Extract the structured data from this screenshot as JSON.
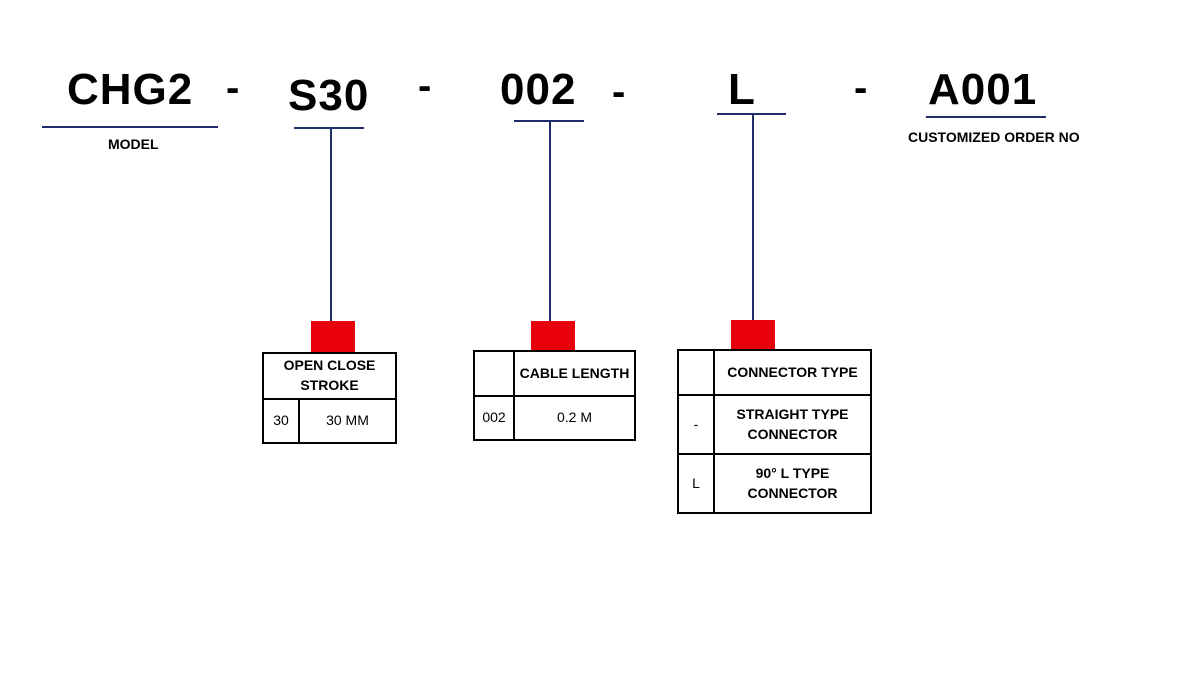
{
  "segments": {
    "model": {
      "code": "CHG2",
      "caption": "MODEL"
    },
    "stroke": {
      "code": "S30"
    },
    "cable": {
      "code": "002"
    },
    "connector": {
      "code": "L"
    },
    "order": {
      "code": "A001",
      "caption": "CUSTOMIZED ORDER NO"
    }
  },
  "separators": [
    "-",
    "-",
    "-",
    "-"
  ],
  "stroke_table": {
    "header": "OPEN CLOSE STROKE",
    "rows": [
      {
        "code": "30",
        "desc": "30 MM"
      }
    ]
  },
  "cable_table": {
    "header": "CABLE LENGTH",
    "rows": [
      {
        "code": "002",
        "desc": "0.2 M"
      }
    ]
  },
  "connector_table": {
    "header": "CONNECTOR TYPE",
    "rows": [
      {
        "code": "-",
        "desc": "STRAIGHT TYPE CONNECTOR"
      },
      {
        "code": "L",
        "desc": "90° L TYPE CONNECTOR"
      }
    ]
  },
  "colors": {
    "line": "#1f2d6b",
    "marker": "#e8000b",
    "text": "#000000",
    "border": "#000000"
  }
}
